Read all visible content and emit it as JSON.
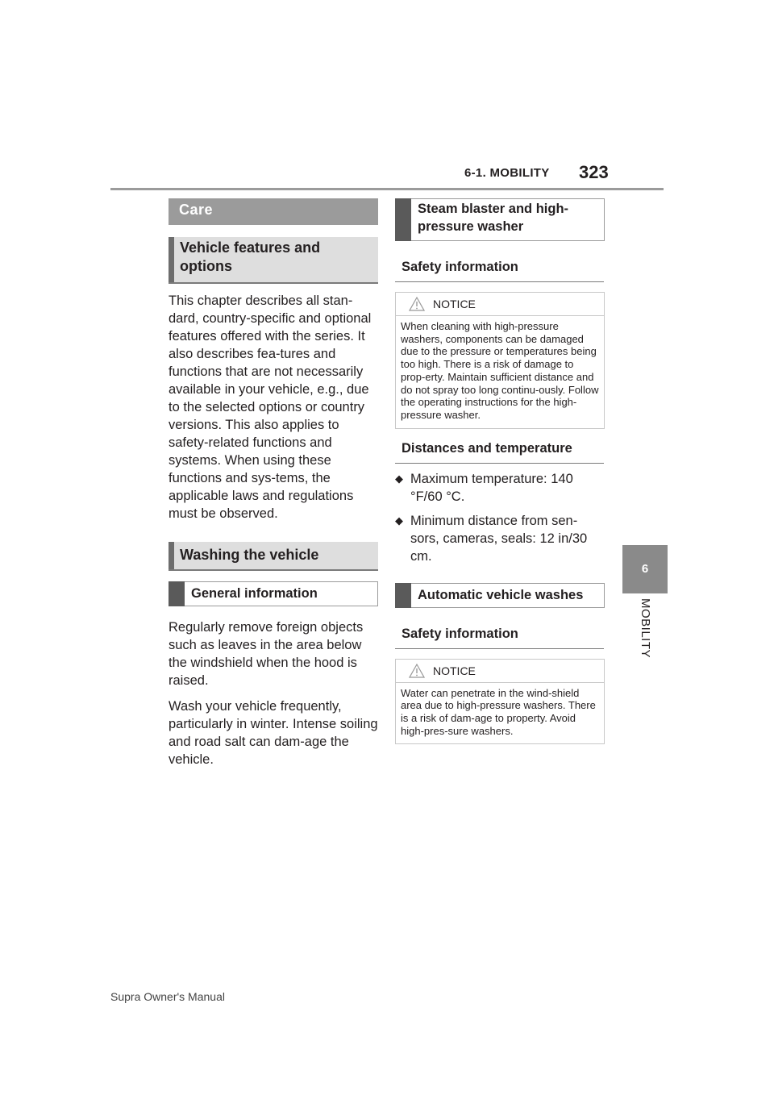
{
  "header": {
    "section": "6-1. MOBILITY",
    "page_number": "323"
  },
  "side_tab": {
    "chapter_number": "6",
    "chapter_label": "MOBILITY"
  },
  "left_column": {
    "care_heading": "Care",
    "vehicle_features_heading": "Vehicle features and options",
    "vehicle_features_text": "This chapter describes all stan-dard, country-specific and optional features offered with the series. It also describes fea-tures and functions that are not necessarily available in your vehicle, e.g., due to the selected options or country versions. This also applies to safety-related functions and systems. When using these functions and sys-tems, the applicable laws and regulations must be observed.",
    "washing_heading": "Washing the vehicle",
    "general_info_heading": "General information",
    "general_info_text_1": "Regularly remove foreign objects such as leaves in the area below the windshield when the hood is raised.",
    "general_info_text_2": "Wash your vehicle frequently, particularly in winter. Intense soiling and road salt can dam-age the vehicle."
  },
  "right_column": {
    "steam_heading": "Steam blaster and high-pressure washer",
    "safety_info_heading_1": "Safety information",
    "notice_1": {
      "title": "NOTICE",
      "text": "When cleaning with high-pressure washers, components can be damaged due to the pressure or temperatures being too high. There is a risk of damage to prop-erty. Maintain sufficient distance and do not spray too long continu-ously. Follow the operating instructions for the high-pressure washer."
    },
    "distances_heading": "Distances and temperature",
    "bullets": [
      "Maximum temperature: 140 °F/60 °C.",
      "Minimum distance from sen-sors, cameras, seals: 12 in/30 cm."
    ],
    "auto_wash_heading": "Automatic vehicle washes",
    "safety_info_heading_2": "Safety information",
    "notice_2": {
      "title": "NOTICE",
      "text": "Water can penetrate in the wind-shield area due to high-pressure washers. There is a risk of dam-age to property. Avoid high-pres-sure washers."
    }
  },
  "footer": {
    "manual_name": "Supra Owner's Manual"
  },
  "icons": {
    "bullet": "filled-diamond-icon",
    "notice": "warning-triangle-icon"
  }
}
